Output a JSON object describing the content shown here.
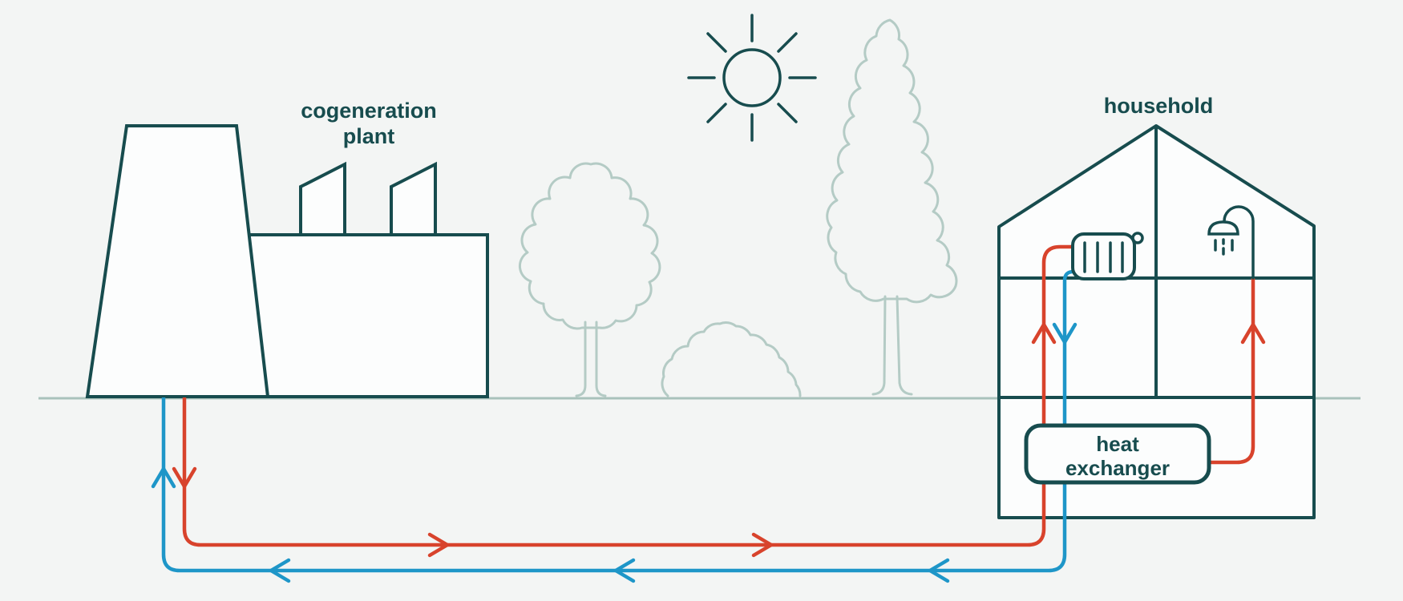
{
  "labels": {
    "plant_line1": "cogeneration",
    "plant_line2": "plant",
    "household": "household",
    "heat_exchanger_line1": "heat",
    "heat_exchanger_line2": "exchanger"
  },
  "colors": {
    "outline_teal": "#174c4e",
    "supply_red": "#d8432c",
    "return_blue": "#1e96c8",
    "foliage_green": "#b4cbc5",
    "ground_line": "#a9c2bb",
    "background": "#f3f5f4",
    "shape_fill": "#fcfdfd"
  },
  "icons": {
    "sun": "sun-icon",
    "deciduous_tree": "deciduous-tree-icon",
    "bush": "bush-icon",
    "cypress_tree": "cypress-tree-icon",
    "cooling_tower": "cooling-tower-icon",
    "factory_building": "factory-building-icon",
    "radiator": "radiator-icon",
    "shower": "shower-icon",
    "heat_exchanger_box": "heat-exchanger-box"
  },
  "flows": {
    "supply_pipe": {
      "color_name": "red",
      "arrow_direction": "plant to household"
    },
    "return_pipe": {
      "color_name": "blue",
      "arrow_direction": "household to plant"
    }
  }
}
